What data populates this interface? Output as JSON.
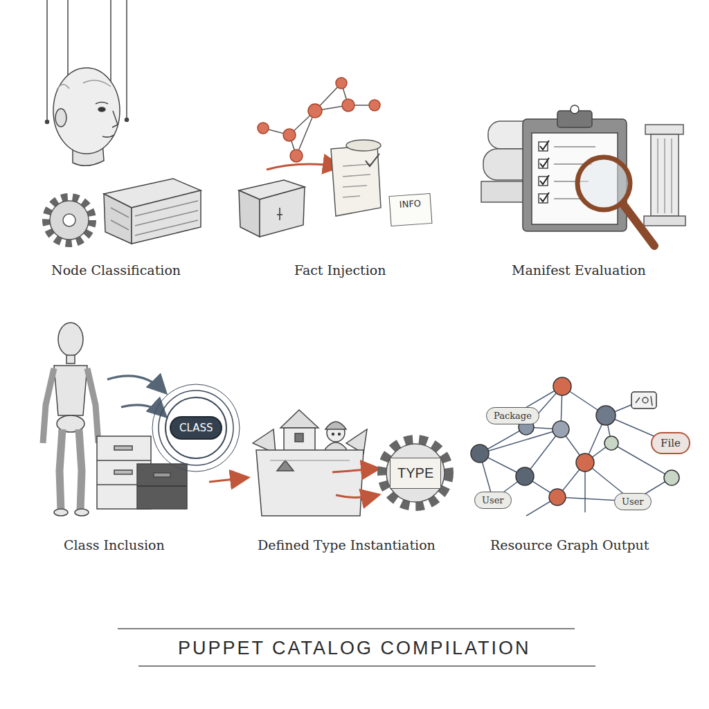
{
  "diagram": {
    "title": "PUPPET CATALOG COMPILATION",
    "nodes": [
      {
        "text": [
          "INFO"
        ]
      },
      {
        "text": [
          "CLASS"
        ]
      },
      {
        "text": [
          "TYPE"
        ]
      },
      {
        "text": [
          "Package"
        ]
      },
      {
        "text": [
          "File"
        ]
      },
      {
        "text": [
          "User"
        ]
      },
      {
        "text": [
          "User"
        ]
      }
    ],
    "labels": [
      "Node Classification",
      "Fact Injection",
      "Manifest Evaluation",
      "Class Inclusion",
      "Defined Type Instantiation",
      "Resource Graph Output"
    ]
  }
}
